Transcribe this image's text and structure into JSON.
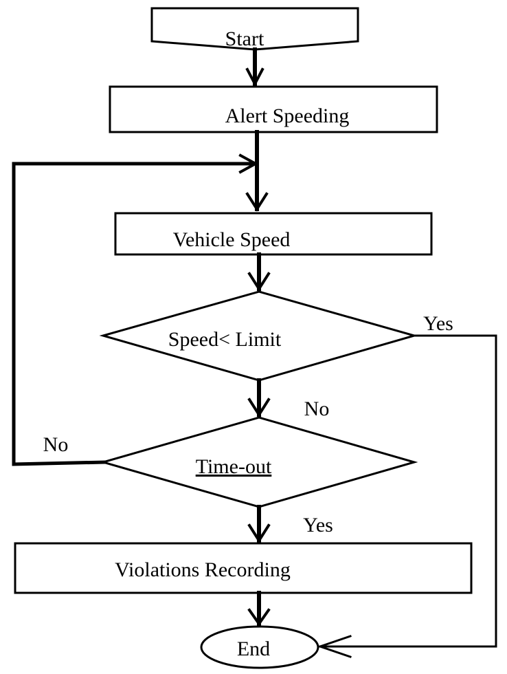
{
  "nodes": {
    "start": "Start",
    "alert": "Alert Speeding",
    "vehicle_speed": "Vehicle Speed",
    "speed_check": "Speed< Limit",
    "timeout": "Time-out",
    "violations": "Violations Recording",
    "end": "End"
  },
  "edge_labels": {
    "speed_yes": "Yes",
    "speed_no": "No",
    "timeout_no": "No",
    "timeout_yes": "Yes"
  }
}
